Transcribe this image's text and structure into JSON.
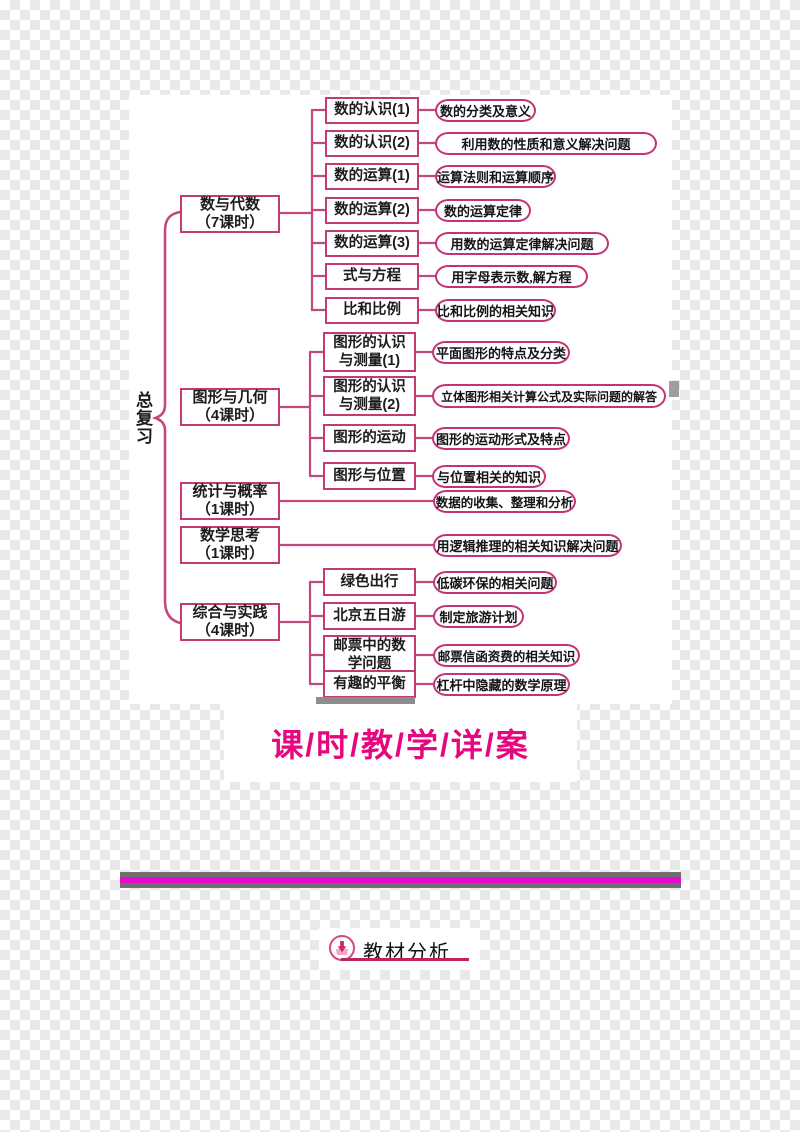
{
  "colors": {
    "box_border": "#c43a74",
    "ellipse_border": "#c63276",
    "connector_line": "#c2497f",
    "title_pink": "#e8067e",
    "bar_gray": "#6f6f6f",
    "bar_magenta": "#e607d0",
    "underline_crimson": "#bf2361",
    "text_dark": "#1c1c1c"
  },
  "diagram": {
    "root": "总复习",
    "branches": [
      {
        "label": "数与代数",
        "hours": "（7课时）"
      },
      {
        "label": "图形与几何",
        "hours": "（4课时）"
      },
      {
        "label": "统计与概率",
        "hours": "（1课时）"
      },
      {
        "label": "数学思考",
        "hours": "（1课时）"
      },
      {
        "label": "综合与实践",
        "hours": "（4课时）"
      }
    ],
    "topic_boxes": [
      {
        "line1": "数的认识(1)"
      },
      {
        "line1": "数的认识(2)"
      },
      {
        "line1": "数的运算(1)"
      },
      {
        "line1": "数的运算(2)"
      },
      {
        "line1": "数的运算(3)"
      },
      {
        "line1": "式与方程"
      },
      {
        "line1": "比和比例"
      },
      {
        "line1": "图形的认识",
        "line2": "与测量(1)"
      },
      {
        "line1": "图形的认识",
        "line2": "与测量(2)"
      },
      {
        "line1": "图形的运动"
      },
      {
        "line1": "图形与位置"
      },
      {
        "line1": "绿色出行"
      },
      {
        "line1": "北京五日游"
      },
      {
        "line1": "邮票中的数",
        "line2": "学问题"
      },
      {
        "line1": "有趣的平衡"
      }
    ],
    "leaves": [
      "数的分类及意义",
      "利用数的性质和意义解决问题",
      "运算法则和运算顺序",
      "数的运算定律",
      "用数的运算定律解决问题",
      "用字母表示数,解方程",
      "比和比例的相关知识",
      "平面图形的特点及分类",
      "立体图形相关计算公式及实际问题的解答",
      "图形的运动形式及特点",
      "与位置相关的知识",
      "数据的收集、整理和分析",
      "用逻辑推理的相关知识解决问题",
      "低碳环保的相关问题",
      "制定旅游计划",
      "邮票信函资费的相关知识",
      "杠杆中隐藏的数学原理"
    ]
  },
  "title": {
    "text": "课/时/教/学/详/案"
  },
  "section": {
    "label": "教材分析",
    "icon": "download-arrow-icon"
  }
}
